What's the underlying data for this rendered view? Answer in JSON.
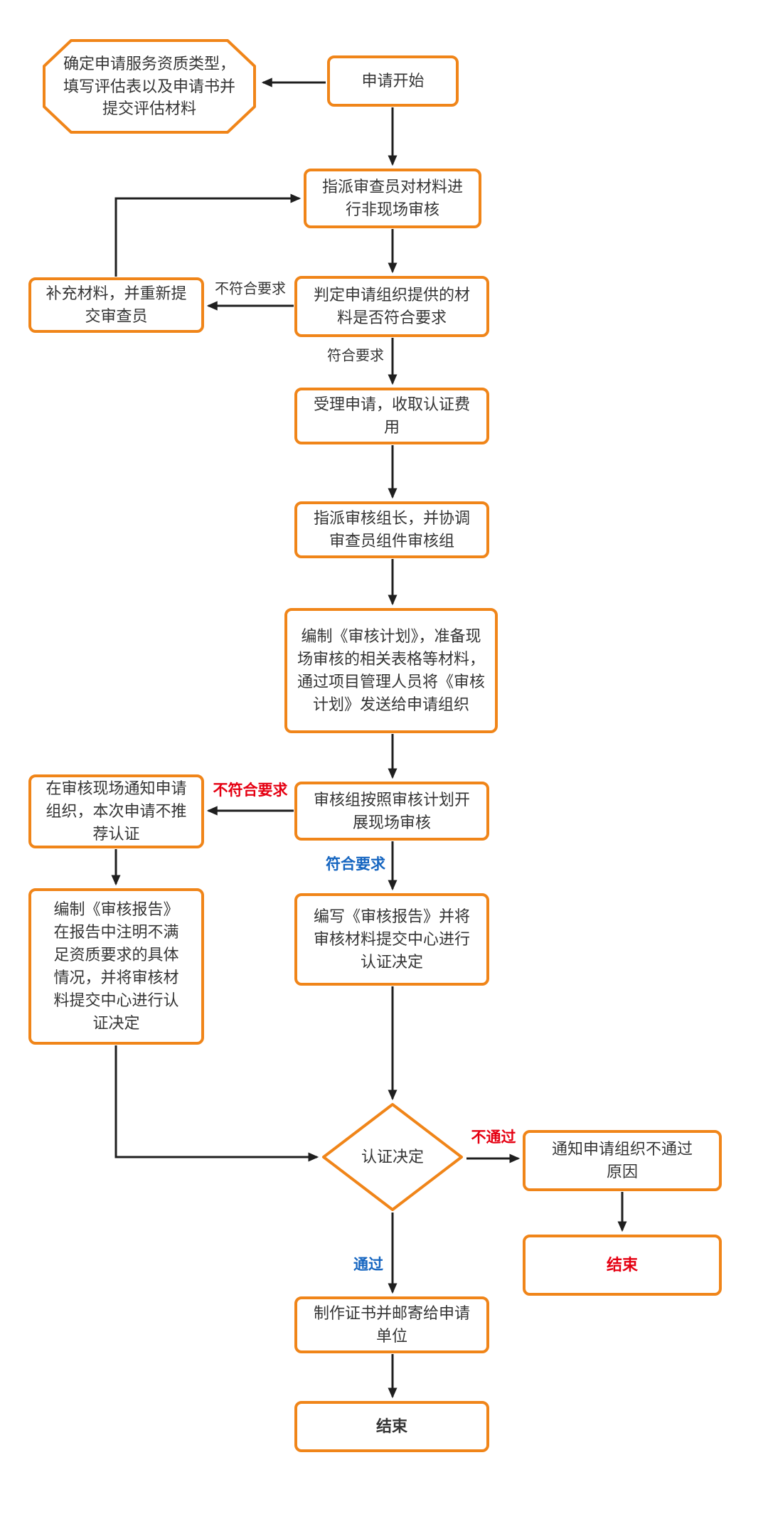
{
  "diagram": {
    "title": "certification-application-flowchart",
    "colors": {
      "node_border": "#F08519",
      "arrow": "#1F1F1F",
      "text": "#353535",
      "label_red": "#E50012",
      "label_blue": "#1565C0"
    },
    "nodes": {
      "prepare_materials": "确定申请服务资质类型，填写评估表以及申请书并提交评估材料",
      "start": "申请开始",
      "assign_reviewer": "指派审查员对材料进行非现场审核",
      "judge_materials": "判定申请组织提供的材料是否符合要求",
      "supplement": "补充材料，并重新提交审查员",
      "accept": "受理申请，收取认证费用",
      "assign_team_lead": "指派审核组长，并协调审查员组件审核组",
      "make_plan": "编制《审核计划》，准备现场审核的相关表格等材料，通过项目管理人员将《审核计划》发送给申请组织",
      "onsite_audit": "审核组按照审核计划开展现场审核",
      "notify_not_recommend": "在审核现场通知申请组织，本次申请不推荐认证",
      "report_fail": "编制《审核报告》在报告中注明不满足资质要求的具体情况，并将审核材料提交中心进行认证决定",
      "report_pass": "编写《审核报告》并将审核材料提交中心进行认证决定",
      "decision": "认证决定",
      "notify_fail_reason": "通知申请组织不通过原因",
      "end_fail": "结束",
      "make_certificate": "制作证书并邮寄给申请单位",
      "end": "结束"
    },
    "edge_labels": {
      "not_meet_top": "不符合要求",
      "meet_top": "符合要求",
      "not_meet_onsite": "不符合要求",
      "meet_onsite": "符合要求",
      "fail": "不通过",
      "pass": "通过"
    }
  }
}
